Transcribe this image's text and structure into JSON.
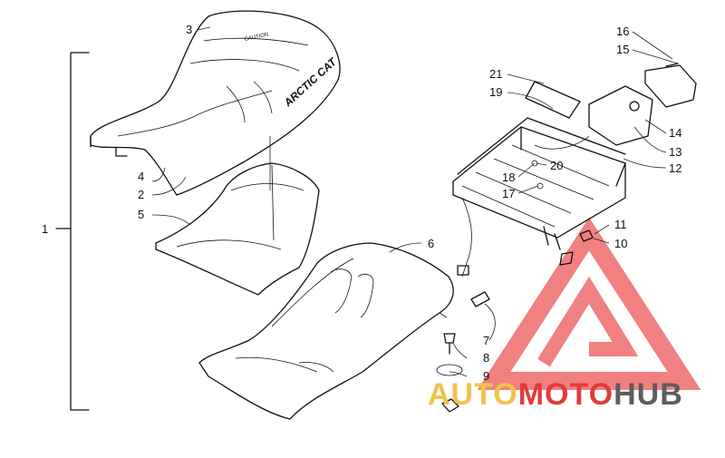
{
  "diagram": {
    "callouts": {
      "c1": "1",
      "c2": "2",
      "c3": "3",
      "c4": "4",
      "c5": "5",
      "c6": "6",
      "c7": "7",
      "c8": "8",
      "c9": "9",
      "c10": "10",
      "c11": "11",
      "c12": "12",
      "c13": "13",
      "c14": "14",
      "c15": "15",
      "c16": "16",
      "c17": "17",
      "c18": "18",
      "c19": "19",
      "c20": "20",
      "c21": "21"
    },
    "seat_brand_text": "ARCTIC CAT",
    "seat_small_text": "CAUTION"
  },
  "watermark": {
    "part1": "AUTO",
    "part2": "MOTO",
    "part3": "HUB",
    "triangle_color": "#ef6b6b"
  }
}
